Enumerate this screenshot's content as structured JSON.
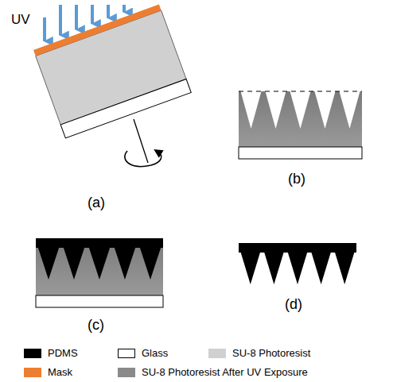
{
  "diagram": {
    "labels": [
      "UV",
      "(a)",
      "(b)",
      "(c)",
      "(d)"
    ],
    "legend": [
      {
        "text": "PDMS",
        "color": "#000000"
      },
      {
        "text": "Glass",
        "color": "#ffffff"
      },
      {
        "text": "SU-8 Photoresist",
        "color": "#d0d0d0"
      },
      {
        "text": "Mask",
        "color": "#ed7d31"
      },
      {
        "text": "SU-8 Photoresist After UV Exposure",
        "color": "#8a8a8a"
      }
    ]
  }
}
